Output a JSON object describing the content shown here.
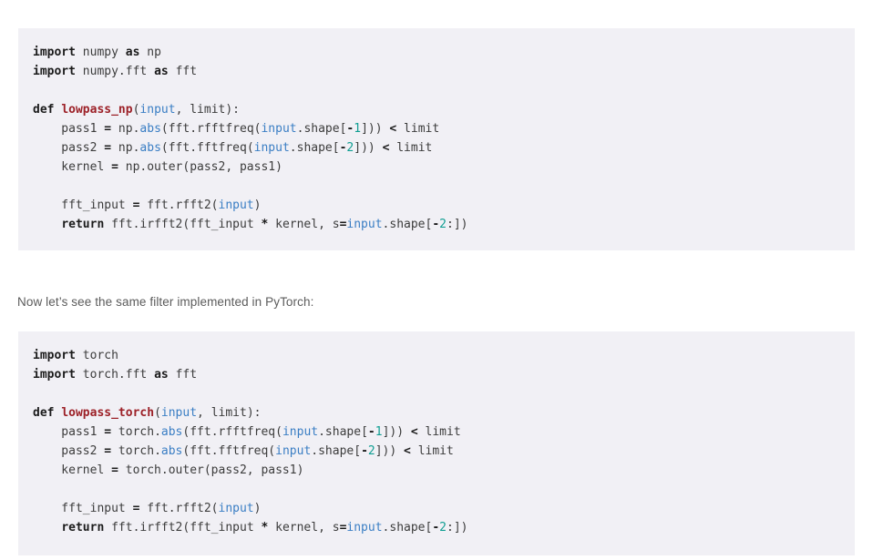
{
  "document": {
    "background_color": "#ffffff",
    "code_block_background": "#f1f0f5",
    "prose_color": "#5b5b5b",
    "syntax_colors": {
      "keyword": "#1b1b1b",
      "function_def": "#9c2027",
      "builtin": "#3a7ec4",
      "parameter": "#3a7ec4",
      "number": "#0f9e92",
      "operator": "#1b1b1b",
      "plain": "#3c3c3c"
    }
  },
  "prose": {
    "paragraph_1": "Now let’s see the same filter implemented in PyTorch:"
  },
  "code_blocks": [
    {
      "id": "numpy",
      "language": "python",
      "plain_text": "import numpy as np\nimport numpy.fft as fft\n\ndef lowpass_np(input, limit):\n    pass1 = np.abs(fft.rfftfreq(input.shape[-1])) < limit\n    pass2 = np.abs(fft.fftfreq(input.shape[-2])) < limit\n    kernel = np.outer(pass2, pass1)\n\n    fft_input = fft.rfft2(input)\n    return fft.irfft2(fft_input * kernel, s=input.shape[-2:])",
      "lines": [
        [
          {
            "t": "import",
            "c": "kw"
          },
          {
            "t": " ",
            "c": "punc"
          },
          {
            "t": "numpy",
            "c": "name"
          },
          {
            "t": " ",
            "c": "punc"
          },
          {
            "t": "as",
            "c": "kw"
          },
          {
            "t": " ",
            "c": "punc"
          },
          {
            "t": "np",
            "c": "name"
          }
        ],
        [
          {
            "t": "import",
            "c": "kw"
          },
          {
            "t": " ",
            "c": "punc"
          },
          {
            "t": "numpy.fft",
            "c": "name"
          },
          {
            "t": " ",
            "c": "punc"
          },
          {
            "t": "as",
            "c": "kw"
          },
          {
            "t": " ",
            "c": "punc"
          },
          {
            "t": "fft",
            "c": "name"
          }
        ],
        [
          {
            "t": "",
            "c": "punc"
          }
        ],
        [
          {
            "t": "def",
            "c": "kw"
          },
          {
            "t": " ",
            "c": "punc"
          },
          {
            "t": "lowpass_np",
            "c": "def"
          },
          {
            "t": "(",
            "c": "punc"
          },
          {
            "t": "input",
            "c": "par"
          },
          {
            "t": ", ",
            "c": "punc"
          },
          {
            "t": "limit",
            "c": "name"
          },
          {
            "t": "):",
            "c": "punc"
          }
        ],
        [
          {
            "t": "    pass1 ",
            "c": "name"
          },
          {
            "t": "=",
            "c": "op"
          },
          {
            "t": " np.",
            "c": "name"
          },
          {
            "t": "abs",
            "c": "fn"
          },
          {
            "t": "(fft.rfftfreq(",
            "c": "punc"
          },
          {
            "t": "input",
            "c": "par"
          },
          {
            "t": ".shape[",
            "c": "punc"
          },
          {
            "t": "-",
            "c": "op"
          },
          {
            "t": "1",
            "c": "num"
          },
          {
            "t": "])) ",
            "c": "punc"
          },
          {
            "t": "<",
            "c": "op"
          },
          {
            "t": " limit",
            "c": "name"
          }
        ],
        [
          {
            "t": "    pass2 ",
            "c": "name"
          },
          {
            "t": "=",
            "c": "op"
          },
          {
            "t": " np.",
            "c": "name"
          },
          {
            "t": "abs",
            "c": "fn"
          },
          {
            "t": "(fft.fftfreq(",
            "c": "punc"
          },
          {
            "t": "input",
            "c": "par"
          },
          {
            "t": ".shape[",
            "c": "punc"
          },
          {
            "t": "-",
            "c": "op"
          },
          {
            "t": "2",
            "c": "num"
          },
          {
            "t": "])) ",
            "c": "punc"
          },
          {
            "t": "<",
            "c": "op"
          },
          {
            "t": " limit",
            "c": "name"
          }
        ],
        [
          {
            "t": "    kernel ",
            "c": "name"
          },
          {
            "t": "=",
            "c": "op"
          },
          {
            "t": " np.outer(pass2, pass1)",
            "c": "name"
          }
        ],
        [
          {
            "t": "",
            "c": "punc"
          }
        ],
        [
          {
            "t": "    fft_input ",
            "c": "name"
          },
          {
            "t": "=",
            "c": "op"
          },
          {
            "t": " fft.rfft2(",
            "c": "name"
          },
          {
            "t": "input",
            "c": "par"
          },
          {
            "t": ")",
            "c": "punc"
          }
        ],
        [
          {
            "t": "    ",
            "c": "punc"
          },
          {
            "t": "return",
            "c": "kw"
          },
          {
            "t": " fft.irfft2(fft_input ",
            "c": "name"
          },
          {
            "t": "*",
            "c": "op"
          },
          {
            "t": " kernel, s",
            "c": "name"
          },
          {
            "t": "=",
            "c": "op"
          },
          {
            "t": "input",
            "c": "par"
          },
          {
            "t": ".shape[",
            "c": "punc"
          },
          {
            "t": "-",
            "c": "op"
          },
          {
            "t": "2",
            "c": "num"
          },
          {
            "t": ":])",
            "c": "punc"
          }
        ]
      ]
    },
    {
      "id": "torch",
      "language": "python",
      "plain_text": "import torch\nimport torch.fft as fft\n\ndef lowpass_torch(input, limit):\n    pass1 = torch.abs(fft.rfftfreq(input.shape[-1])) < limit\n    pass2 = torch.abs(fft.fftfreq(input.shape[-2])) < limit\n    kernel = torch.outer(pass2, pass1)\n\n    fft_input = fft.rfft2(input)\n    return fft.irfft2(fft_input * kernel, s=input.shape[-2:])",
      "lines": [
        [
          {
            "t": "import",
            "c": "kw"
          },
          {
            "t": " ",
            "c": "punc"
          },
          {
            "t": "torch",
            "c": "name"
          }
        ],
        [
          {
            "t": "import",
            "c": "kw"
          },
          {
            "t": " ",
            "c": "punc"
          },
          {
            "t": "torch.fft",
            "c": "name"
          },
          {
            "t": " ",
            "c": "punc"
          },
          {
            "t": "as",
            "c": "kw"
          },
          {
            "t": " ",
            "c": "punc"
          },
          {
            "t": "fft",
            "c": "name"
          }
        ],
        [
          {
            "t": "",
            "c": "punc"
          }
        ],
        [
          {
            "t": "def",
            "c": "kw"
          },
          {
            "t": " ",
            "c": "punc"
          },
          {
            "t": "lowpass_torch",
            "c": "def"
          },
          {
            "t": "(",
            "c": "punc"
          },
          {
            "t": "input",
            "c": "par"
          },
          {
            "t": ", ",
            "c": "punc"
          },
          {
            "t": "limit",
            "c": "name"
          },
          {
            "t": "):",
            "c": "punc"
          }
        ],
        [
          {
            "t": "    pass1 ",
            "c": "name"
          },
          {
            "t": "=",
            "c": "op"
          },
          {
            "t": " torch.",
            "c": "name"
          },
          {
            "t": "abs",
            "c": "fn"
          },
          {
            "t": "(fft.rfftfreq(",
            "c": "punc"
          },
          {
            "t": "input",
            "c": "par"
          },
          {
            "t": ".shape[",
            "c": "punc"
          },
          {
            "t": "-",
            "c": "op"
          },
          {
            "t": "1",
            "c": "num"
          },
          {
            "t": "])) ",
            "c": "punc"
          },
          {
            "t": "<",
            "c": "op"
          },
          {
            "t": " limit",
            "c": "name"
          }
        ],
        [
          {
            "t": "    pass2 ",
            "c": "name"
          },
          {
            "t": "=",
            "c": "op"
          },
          {
            "t": " torch.",
            "c": "name"
          },
          {
            "t": "abs",
            "c": "fn"
          },
          {
            "t": "(fft.fftfreq(",
            "c": "punc"
          },
          {
            "t": "input",
            "c": "par"
          },
          {
            "t": ".shape[",
            "c": "punc"
          },
          {
            "t": "-",
            "c": "op"
          },
          {
            "t": "2",
            "c": "num"
          },
          {
            "t": "])) ",
            "c": "punc"
          },
          {
            "t": "<",
            "c": "op"
          },
          {
            "t": " limit",
            "c": "name"
          }
        ],
        [
          {
            "t": "    kernel ",
            "c": "name"
          },
          {
            "t": "=",
            "c": "op"
          },
          {
            "t": " torch.outer(pass2, pass1)",
            "c": "name"
          }
        ],
        [
          {
            "t": "",
            "c": "punc"
          }
        ],
        [
          {
            "t": "    fft_input ",
            "c": "name"
          },
          {
            "t": "=",
            "c": "op"
          },
          {
            "t": " fft.rfft2(",
            "c": "name"
          },
          {
            "t": "input",
            "c": "par"
          },
          {
            "t": ")",
            "c": "punc"
          }
        ],
        [
          {
            "t": "    ",
            "c": "punc"
          },
          {
            "t": "return",
            "c": "kw"
          },
          {
            "t": " fft.irfft2(fft_input ",
            "c": "name"
          },
          {
            "t": "*",
            "c": "op"
          },
          {
            "t": " kernel, s",
            "c": "name"
          },
          {
            "t": "=",
            "c": "op"
          },
          {
            "t": "input",
            "c": "par"
          },
          {
            "t": ".shape[",
            "c": "punc"
          },
          {
            "t": "-",
            "c": "op"
          },
          {
            "t": "2",
            "c": "num"
          },
          {
            "t": ":])",
            "c": "punc"
          }
        ]
      ]
    }
  ]
}
